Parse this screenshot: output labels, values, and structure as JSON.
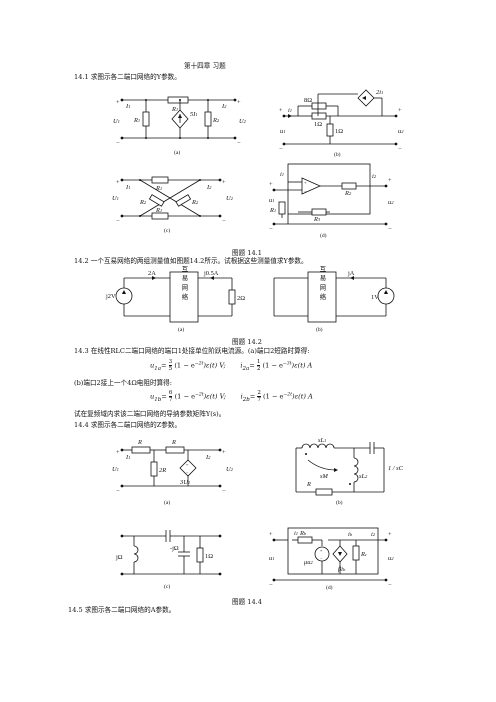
{
  "heading": "第十四章 习题",
  "p1": "14.1 求图示各二端口网络的Y参数。",
  "fig1": {
    "a": {
      "i1": "I",
      "i1s": "1",
      "u1": "U",
      "u1s": "1",
      "r1": "R",
      "r1s": "1",
      "rtop": "R",
      "rtops": "1",
      "src": "5I",
      "srcs": "1",
      "r2": "R",
      "r2s": "2",
      "i2": "I",
      "i2s": "2",
      "u2": "U",
      "u2s": "2",
      "cap": "(a)"
    },
    "b": {
      "i1": "i",
      "i1s": "1",
      "rtop": "8Ω",
      "src": "2i",
      "srcs": "1",
      "rmid": "1Ω",
      "rsh": "1Ω",
      "u1": "u",
      "u1s": "1",
      "u2": "u",
      "u2s": "2",
      "cap": "(b)"
    },
    "c": {
      "i1": "I",
      "i1s": "1",
      "u1": "U",
      "u1s": "1",
      "r1": "R",
      "r1s": "1",
      "r2a": "R",
      "r2as": "2",
      "r2b": "R",
      "r2bs": "2",
      "r1b": "R",
      "r1bs": "1",
      "i2": "I",
      "i2s": "2",
      "u2": "U",
      "u2s": "2",
      "cap": "(c)"
    },
    "d": {
      "i1": "i",
      "i1s": "1",
      "u1": "u",
      "u1s": "1",
      "r1": "R",
      "r1s": "1",
      "r2": "R",
      "r2s": "2",
      "r3": "R",
      "r3s": "3",
      "i2": "i",
      "i2s": "2",
      "u2": "u",
      "u2s": "2",
      "cap": "(d)"
    }
  },
  "figcap1": "图题 14.1",
  "p2": "14.2 一个互易网络的两组测量值如图题14.2所示。试根据这些测量值求Y参数。",
  "fig2": {
    "a": {
      "src": "j2V",
      "i": "2A",
      "box": "互易网络",
      "i2": "j0.5A",
      "r": "2Ω",
      "cap": "(a)"
    },
    "b": {
      "box": "互易网络",
      "i": "jA",
      "src": "1V",
      "cap": "(b)"
    }
  },
  "figcap2": "图题 14.2",
  "p3": "14.3 在线性RLC二端口网络的端口1处接单位阶跃电流源。(a)端口2短路时算得:",
  "eq1": {
    "u": "u",
    "us": "1a",
    "lhs": "= ",
    "n": "3",
    "d": "5",
    "rest": "(1 − e",
    "exp": "−2t",
    "rest2": ")ε(t) V;",
    "i": "i",
    "is": "2a",
    "n2": "1",
    "d2": "2",
    "rest3": "(1 − e",
    "exp2": "−3t",
    "rest4": ")ε(t) A"
  },
  "p3b": "(b)端口2接上一个4Ω电阻时算得:",
  "eq2": {
    "u": "u",
    "us": "1b",
    "n": "6",
    "d": "7",
    "rest": "(1 − e",
    "exp": "−2t",
    "rest2": ")ε(t) V;",
    "i": "i",
    "is": "2b",
    "n2": "2",
    "d2": "7",
    "rest3": "(1 − e",
    "exp2": "−2t",
    "rest4": ")ε(t) A"
  },
  "p3c": "试在复频域内求该二端口网络的导纳参数矩阵Y(s)。",
  "p4": "14.4 求图示各二端口网络的Z参数。",
  "fig4": {
    "a": {
      "i1": "I",
      "i1s": "1",
      "u1": "U",
      "u1s": "1",
      "r1": "R",
      "r2": "R",
      "r3": "2R",
      "src": "3U",
      "srcs": "1",
      "i2": "I",
      "i2s": "2",
      "u2": "U",
      "u2s": "2",
      "cap": "(a)"
    },
    "b": {
      "l1": "sL",
      "l1s": "1",
      "m": "sM",
      "l2": "sL",
      "l2s": "2",
      "r": "R",
      "c": "1 / sC",
      "cap": "(b)"
    },
    "c": {
      "l": "jΩ",
      "c": "-jΩ",
      "r": "1Ω",
      "cap": "(c)"
    },
    "d": {
      "i1": "i",
      "i1s": "1",
      "u1": "u",
      "u1s": "1",
      "rb": "R",
      "rbs": "b",
      "mu": "μu",
      "mus": "2",
      "beta": "βi",
      "betas": "b",
      "ib": "i",
      "ibs": "b",
      "rc": "R",
      "rcs": "c",
      "i2": "i",
      "i2s": "2",
      "u2": "u",
      "u2s": "2",
      "cap": "(d)"
    }
  },
  "figcap4": "图题 14.4",
  "p5": "14.5 求图示各二端口网络的A参数。"
}
